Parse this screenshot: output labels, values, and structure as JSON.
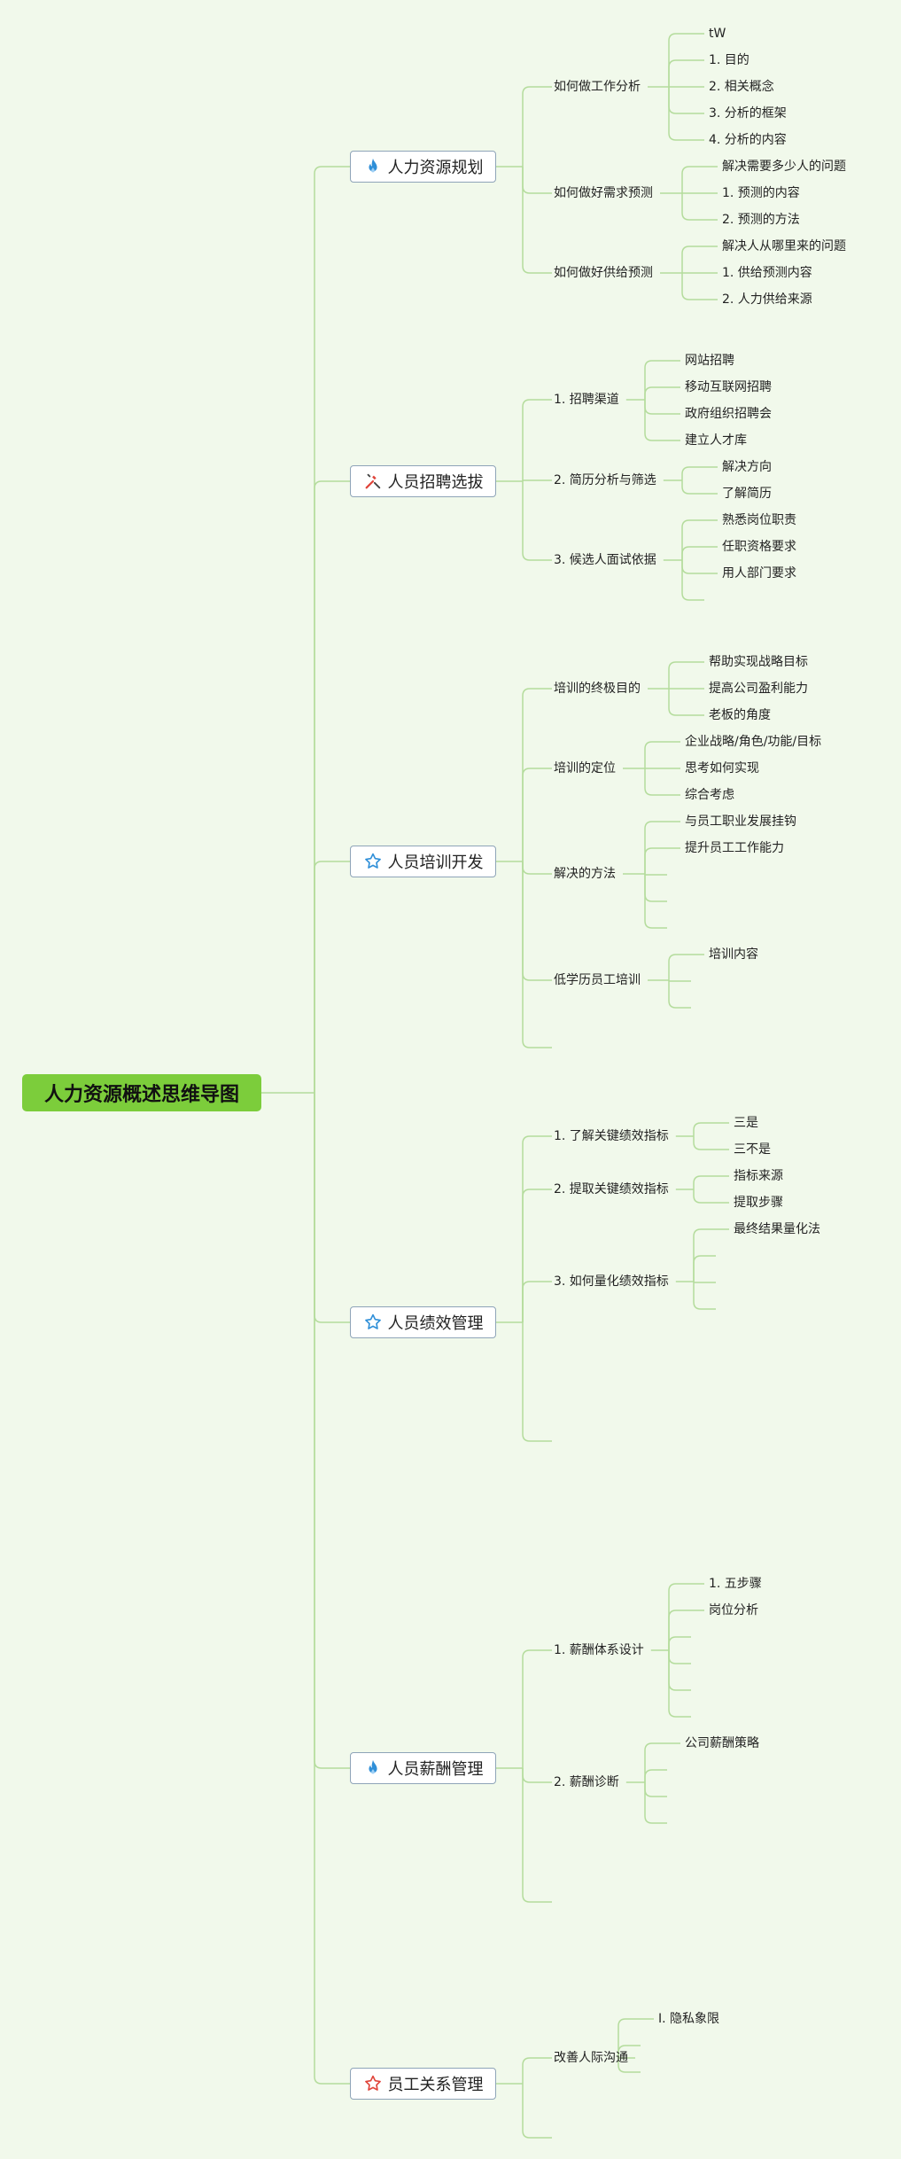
{
  "root": "人力资源概述思维导图",
  "branches": [
    {
      "label": "人力资源规划",
      "icon": "fire-icon",
      "children": [
        {
          "label": "如何做工作分析",
          "leaves": [
            "tW",
            "1. 目的",
            "2. 相关概念",
            "3. 分析的框架",
            "4. 分析的内容"
          ]
        },
        {
          "label": "如何做好需求预测",
          "leaves": [
            "解决需要多少人的问题",
            "1. 预测的内容",
            "2. 预测的方法"
          ]
        },
        {
          "label": "如何做好供给预测",
          "leaves": [
            "解决人从哪里来的问题",
            "1. 供给预测内容",
            "2. 人力供给来源"
          ]
        }
      ]
    },
    {
      "label": "人员招聘选拔",
      "icon": "tools-icon",
      "children": [
        {
          "label": "1. 招聘渠道",
          "leaves": [
            "网站招聘",
            "移动互联网招聘",
            "政府组织招聘会",
            "建立人才库"
          ]
        },
        {
          "label": "2. 简历分析与筛选",
          "leaves": [
            "解决方向",
            "了解简历"
          ]
        },
        {
          "label": "3. 候选人面试依据",
          "leaves": [
            "熟悉岗位职责",
            "任职资格要求",
            "用人部门要求",
            ""
          ]
        }
      ]
    },
    {
      "label": "人员培训开发",
      "icon": "star-outline-icon",
      "children": [
        {
          "label": "培训的终极目的",
          "leaves": [
            "帮助实现战略目标",
            "提高公司盈利能力",
            "老板的角度"
          ]
        },
        {
          "label": "培训的定位",
          "leaves": [
            "企业战略/角色/功能/目标",
            "思考如何实现",
            "综合考虑"
          ]
        },
        {
          "label": "解决的方法",
          "leaves": [
            "与员工职业发展挂钩",
            "提升员工工作能力",
            "",
            "",
            ""
          ]
        },
        {
          "label": "低学历员工培训",
          "leaves": [
            "培训内容",
            "",
            ""
          ]
        },
        {
          "label": "",
          "leaves": []
        }
      ]
    },
    {
      "label": "人员绩效管理",
      "icon": "star-outline-icon",
      "children": [
        {
          "label": "1. 了解关键绩效指标",
          "leaves": [
            "三是",
            "三不是"
          ]
        },
        {
          "label": "2. 提取关键绩效指标",
          "leaves": [
            "指标来源",
            "提取步骤"
          ]
        },
        {
          "label": "3. 如何量化绩效指标",
          "leaves": [
            "最终结果量化法",
            "",
            "",
            ""
          ]
        },
        {
          "label": "",
          "leaves": []
        }
      ]
    },
    {
      "label": "人员薪酬管理",
      "icon": "fire-icon",
      "children": [
        {
          "label": "1. 薪酬体系设计",
          "leaves": [
            "1. 五步骤",
            "岗位分析",
            "",
            "",
            "",
            ""
          ]
        },
        {
          "label": "2. 薪酬诊断",
          "leaves": [
            "公司薪酬策略",
            "",
            "",
            ""
          ]
        },
        {
          "label": "",
          "leaves": []
        }
      ]
    },
    {
      "label": "员工关系管理",
      "icon": "star-red-icon",
      "children": [
        {
          "label": "改善人际沟通",
          "leaves": [
            "I. 隐私象限",
            "",
            ""
          ]
        },
        {
          "label": "",
          "leaves": []
        }
      ]
    }
  ],
  "colors": {
    "background": "#f1f9eb",
    "root_fill": "#7ccd3b",
    "line": "#b4dc9c",
    "branch_border": "#8ea4b8",
    "fire_icon": "#2f8fd8",
    "star_outline_icon": "#2f8fd8",
    "star_red_icon": "#e0443a"
  }
}
